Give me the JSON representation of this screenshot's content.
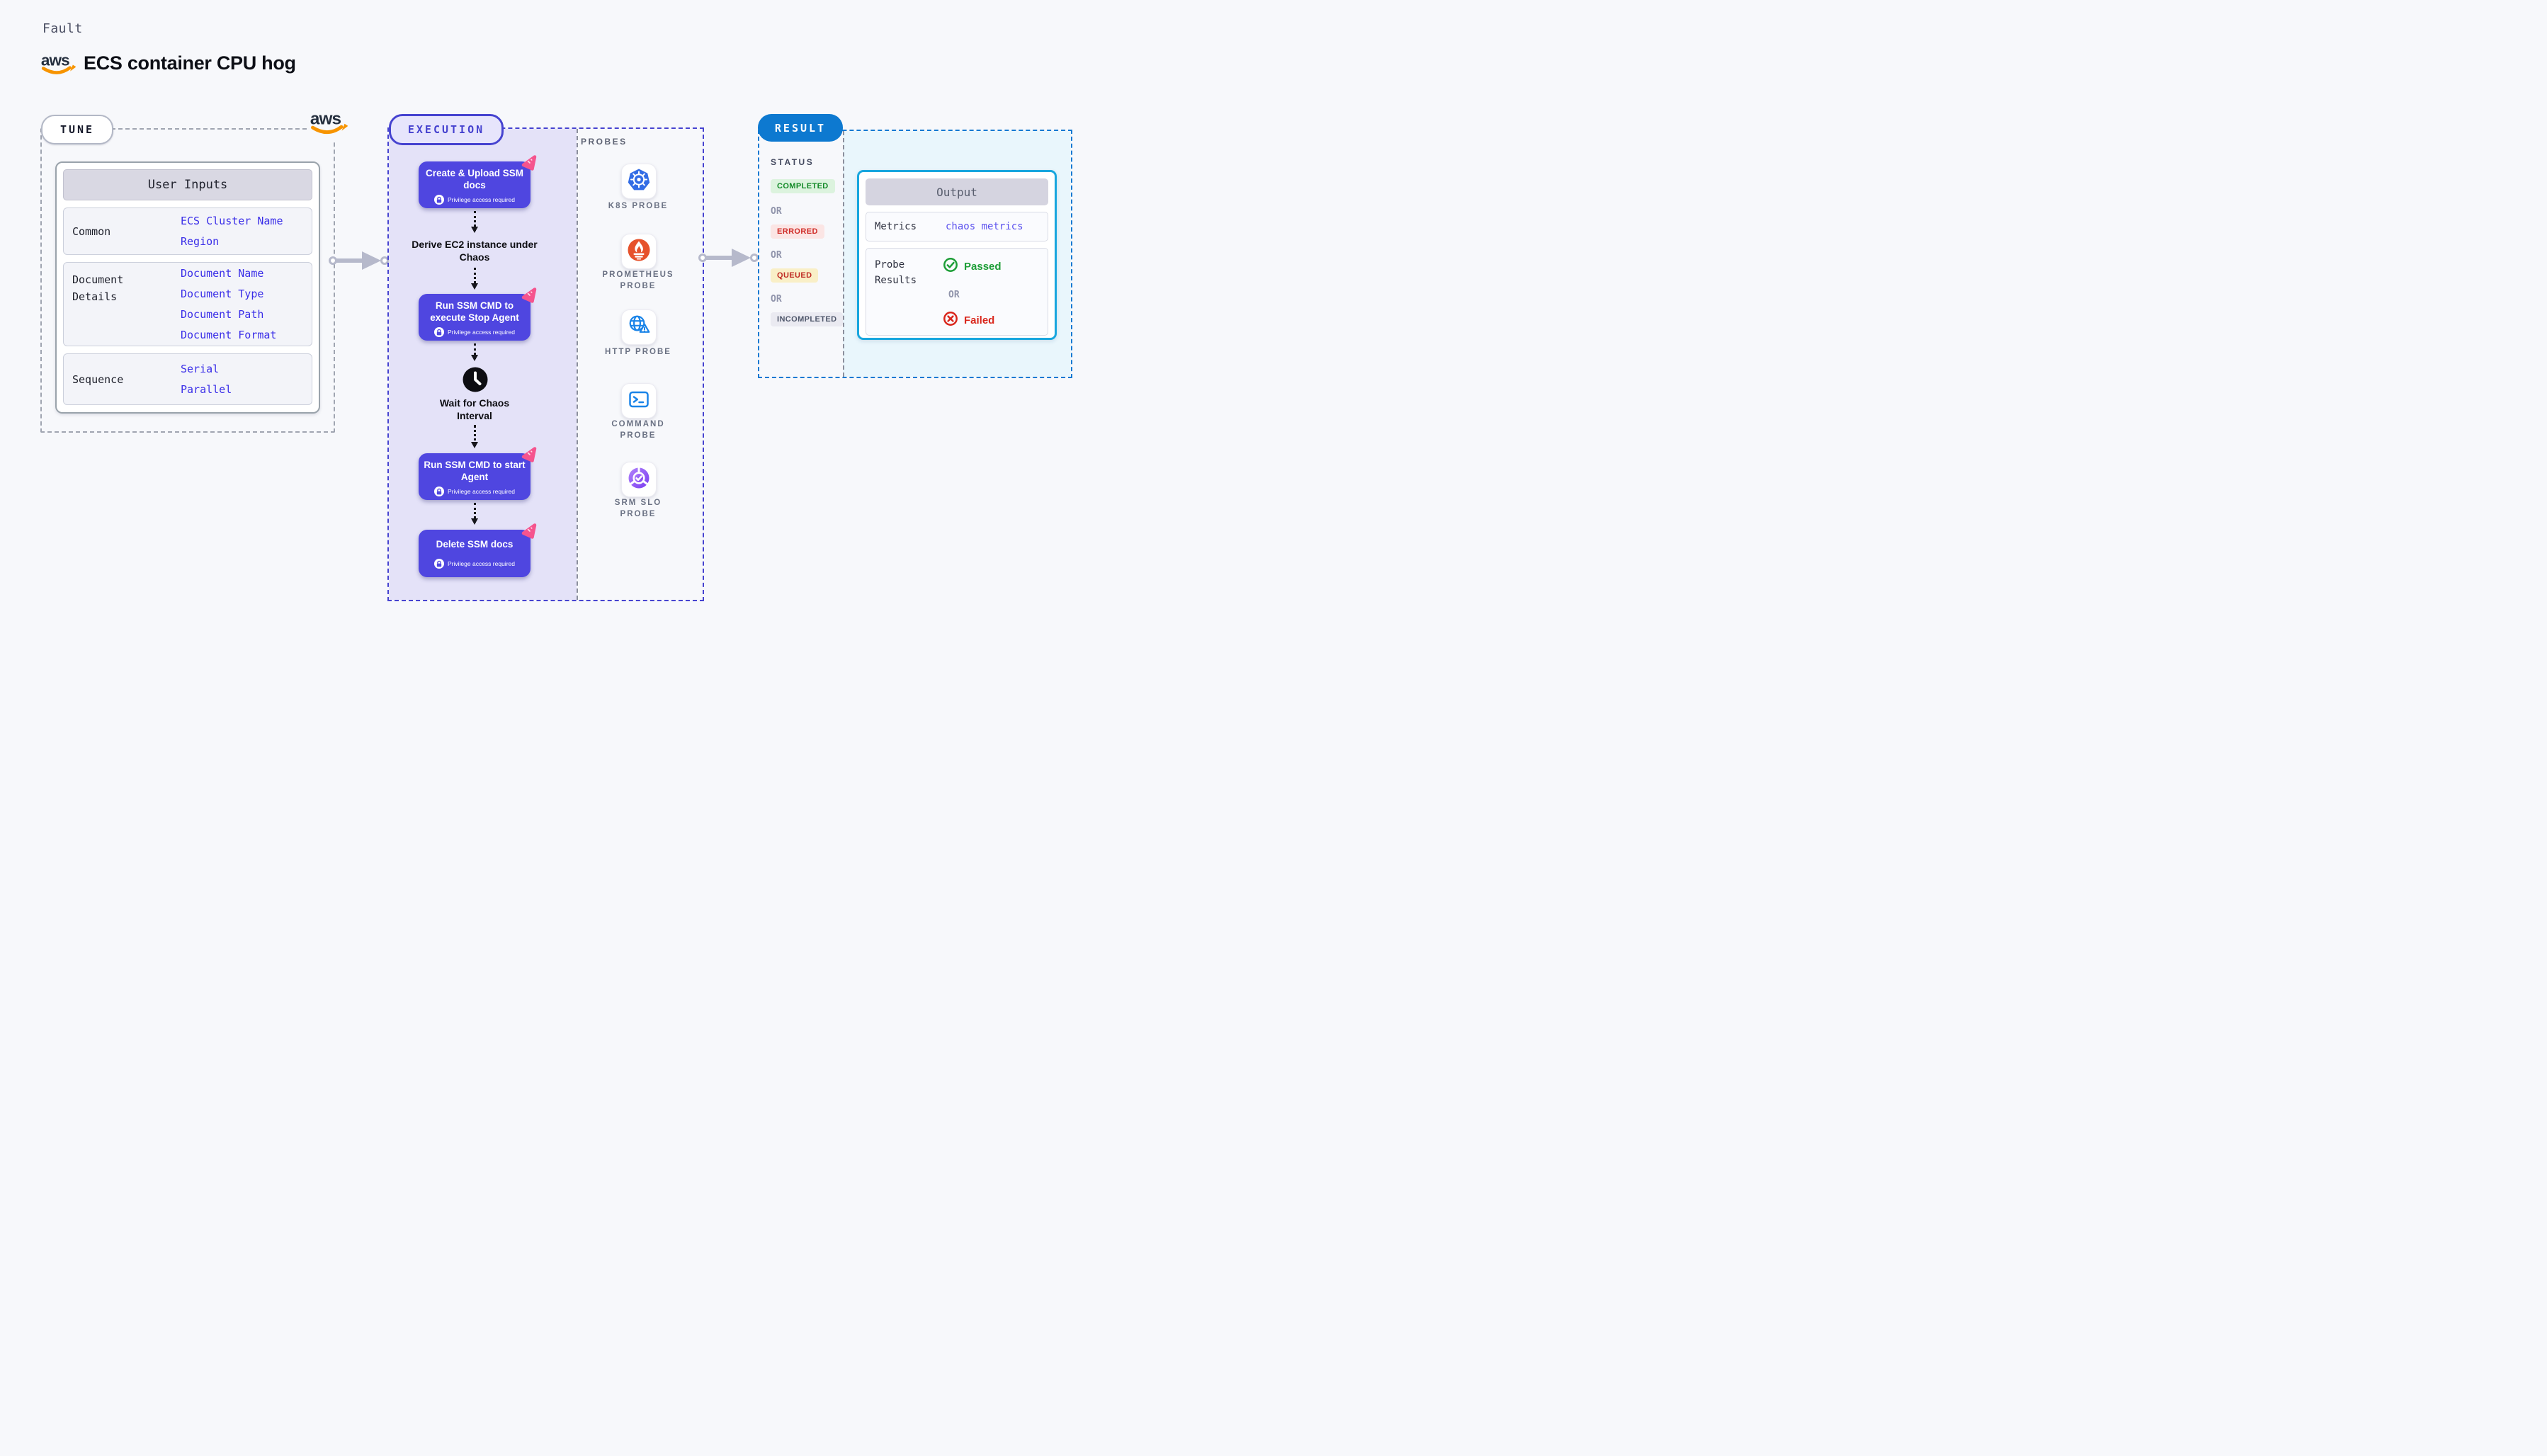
{
  "colors": {
    "background": "#f7f8fb",
    "step_indigo": "#4f46e0",
    "execution_accent": "#4643d0",
    "execution_panel": "#e4e2f8",
    "tune_border": "#a0a5b1",
    "result_accent": "#0d79d0",
    "result_panel": "#e9f6fc",
    "output_border": "#18a6de",
    "input_value_blue": "#3a2ee8",
    "arrow_gray": "#b6b9cb",
    "ribbon_pink": "#f5548e",
    "kubernetes_blue": "#326ce5",
    "prometheus_orange": "#e6522c",
    "probe_icon_blue": "#1a84e8",
    "srm_purple": "#7a3bf0",
    "aws_orange": "#f79400",
    "completed_green": "#138a28",
    "errored_red": "#cf2b26",
    "queued_bg": "#f9efc7",
    "incompleted_gray": "#4f576b",
    "passed_green": "#1e9e38",
    "failed_red": "#d9261c"
  },
  "page": {
    "kicker": "Fault",
    "title": "ECS container CPU hog"
  },
  "tune": {
    "label": "TUNE",
    "table": {
      "header": "User Inputs",
      "rows": [
        {
          "label": "Common",
          "values": [
            "ECS Cluster Name",
            "Region"
          ]
        },
        {
          "label": "Document Details",
          "values": [
            "Document Name",
            "Document Type",
            "Document Path",
            "Document Format"
          ]
        },
        {
          "label": "Sequence",
          "values": [
            "Serial",
            "Parallel"
          ]
        }
      ]
    }
  },
  "execution": {
    "label": "EXECUTION",
    "privilege_note": "Privilege access required",
    "steps": [
      {
        "title": "Create & Upload SSM docs",
        "kind": "privileged-action"
      },
      {
        "title": "Derive EC2 instance under Chaos",
        "kind": "plain"
      },
      {
        "title": "Run SSM CMD to execute Stop Agent",
        "kind": "privileged-action"
      },
      {
        "title": "Wait for Chaos Interval",
        "kind": "wait"
      },
      {
        "title": "Run SSM CMD to start Agent",
        "kind": "privileged-action"
      },
      {
        "title": "Delete SSM docs",
        "kind": "privileged-action"
      }
    ]
  },
  "probes": {
    "label": "PROBES",
    "items": [
      {
        "name": "K8S PROBE",
        "icon": "kubernetes-icon"
      },
      {
        "name": "PROMETHEUS PROBE",
        "icon": "prometheus-icon"
      },
      {
        "name": "HTTP PROBE",
        "icon": "http-globe-icon"
      },
      {
        "name": "COMMAND PROBE",
        "icon": "command-terminal-icon"
      },
      {
        "name": "SRM SLO PROBE",
        "icon": "srm-slo-icon"
      }
    ]
  },
  "result": {
    "label": "RESULT",
    "status": {
      "heading": "STATUS",
      "or_label": "OR",
      "badges": [
        "COMPLETED",
        "ERRORED",
        "QUEUED",
        "INCOMPLETED"
      ]
    },
    "output": {
      "header": "Output",
      "metrics_label": "Metrics",
      "metrics_value": "chaos metrics",
      "probe_results_label": "Probe Results",
      "passed_label": "Passed",
      "or_label": "OR",
      "failed_label": "Failed"
    }
  }
}
